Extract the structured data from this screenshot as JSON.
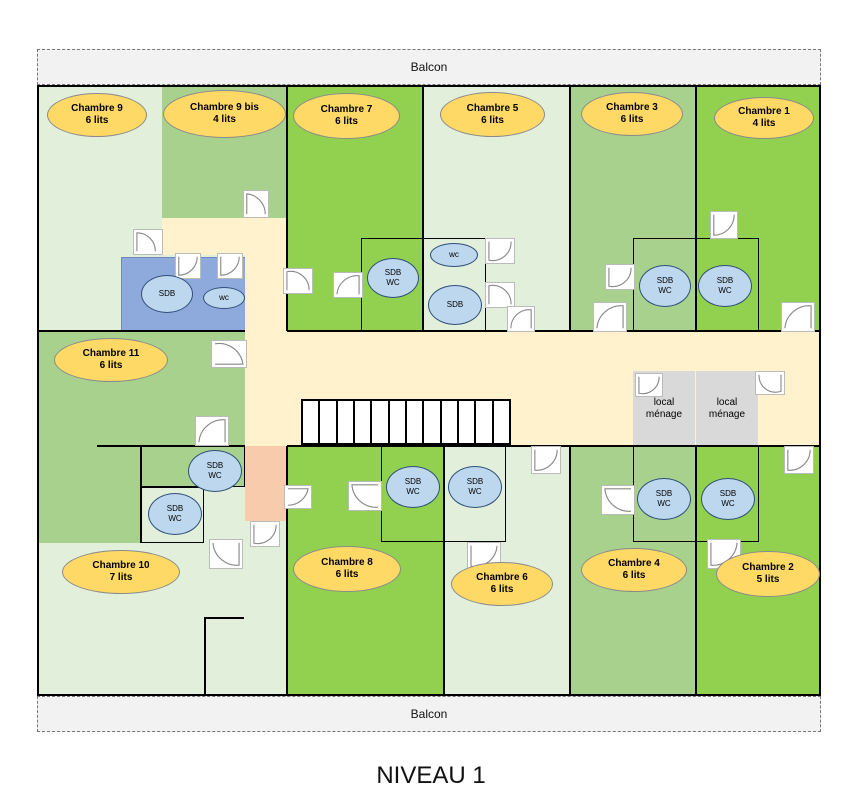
{
  "plan": {
    "balcony_top": "Balcon",
    "balcony_bottom": "Balcon",
    "level_title": "NIVEAU 1"
  },
  "rooms": {
    "chambre_9": {
      "name": "Chambre 9",
      "beds": "6 lits"
    },
    "chambre_9bis": {
      "name": "Chambre 9 bis",
      "beds": "4 lits"
    },
    "chambre_7": {
      "name": "Chambre 7",
      "beds": "6 lits"
    },
    "chambre_5": {
      "name": "Chambre 5",
      "beds": "6 lits"
    },
    "chambre_3": {
      "name": "Chambre 3",
      "beds": "6 lits"
    },
    "chambre_1": {
      "name": "Chambre 1",
      "beds": "4 lits"
    },
    "chambre_11": {
      "name": "Chambre 11",
      "beds": "6 lits"
    },
    "chambre_10": {
      "name": "Chambre 10",
      "beds": "7 lits"
    },
    "chambre_8": {
      "name": "Chambre 8",
      "beds": "6 lits"
    },
    "chambre_6": {
      "name": "Chambre 6",
      "beds": "6 lits"
    },
    "chambre_4": {
      "name": "Chambre 4",
      "beds": "6 lits"
    },
    "chambre_2": {
      "name": "Chambre 2",
      "beds": "5 lits"
    }
  },
  "fixtures": {
    "sdb": "SDB",
    "wc": "WC",
    "wc_lower": "wc"
  },
  "service": {
    "local_line1": "local",
    "local_line2": "ménage"
  },
  "colors": {
    "bright_green": "#92d050",
    "mid_green": "#a9d18e",
    "light_green": "#e2efda",
    "corridor": "#fff2cc",
    "pink": "#f8cbad",
    "blue_room": "#8ea9db",
    "label_yellow": "#ffd966",
    "fixture_blue": "#bdd7ee",
    "service_grey": "#d9d9d9"
  }
}
